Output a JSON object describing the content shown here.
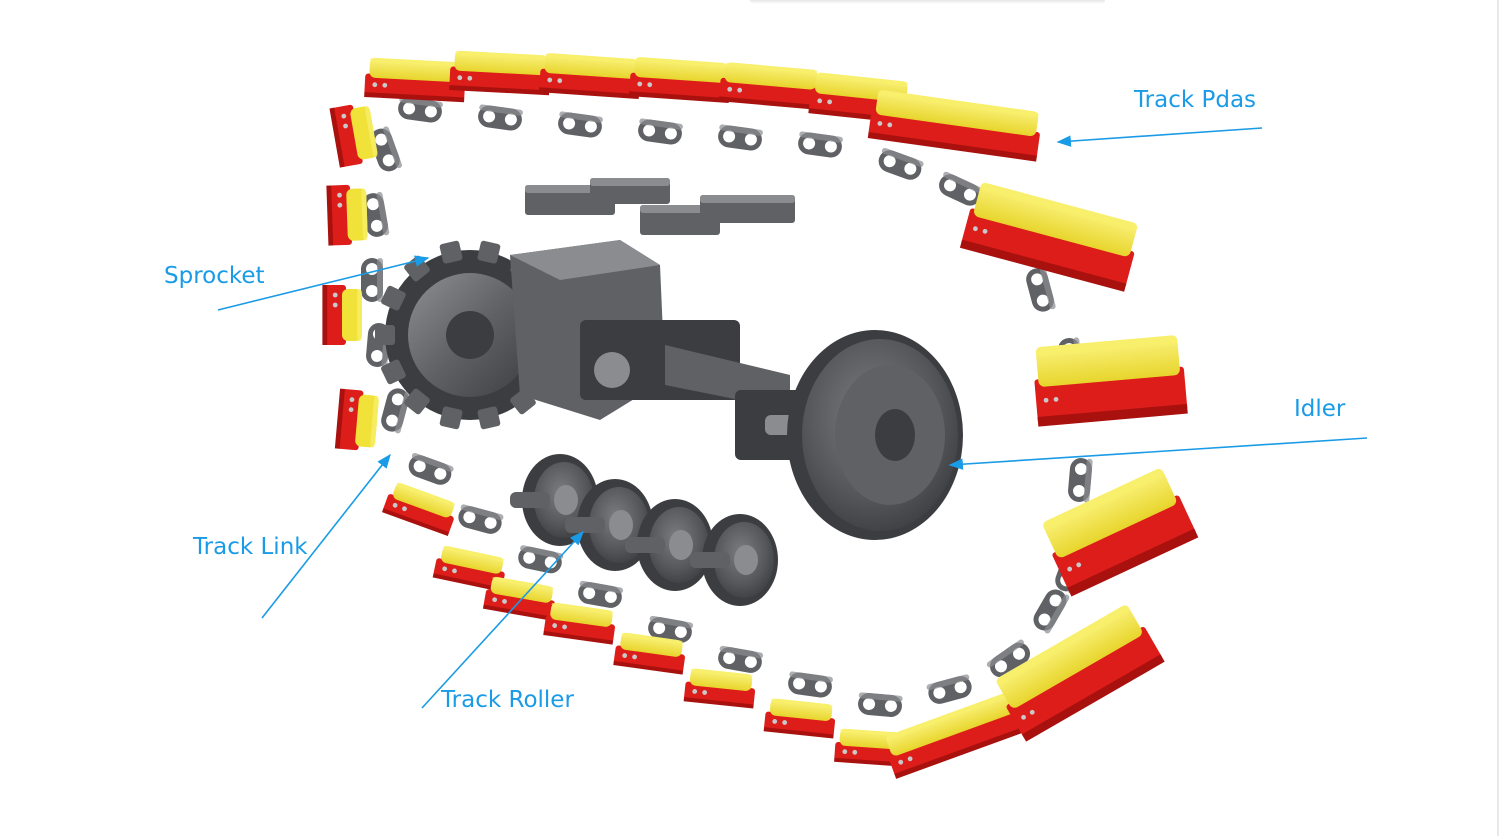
{
  "colors": {
    "label": "#1a9be6",
    "pad_yellow": "#f1e23a",
    "pad_yellow_light": "#f8ef6a",
    "pad_red": "#dd1d1a",
    "pad_red_dark": "#a9110f",
    "steel": "#5f6164",
    "steel_light": "#8a8c90",
    "steel_dark": "#3b3d40"
  },
  "labels": {
    "track_pads": "Track Pdas",
    "sprocket": "Sprocket",
    "idler": "Idler",
    "track_link": "Track Link",
    "track_roller": "Track Roller"
  }
}
